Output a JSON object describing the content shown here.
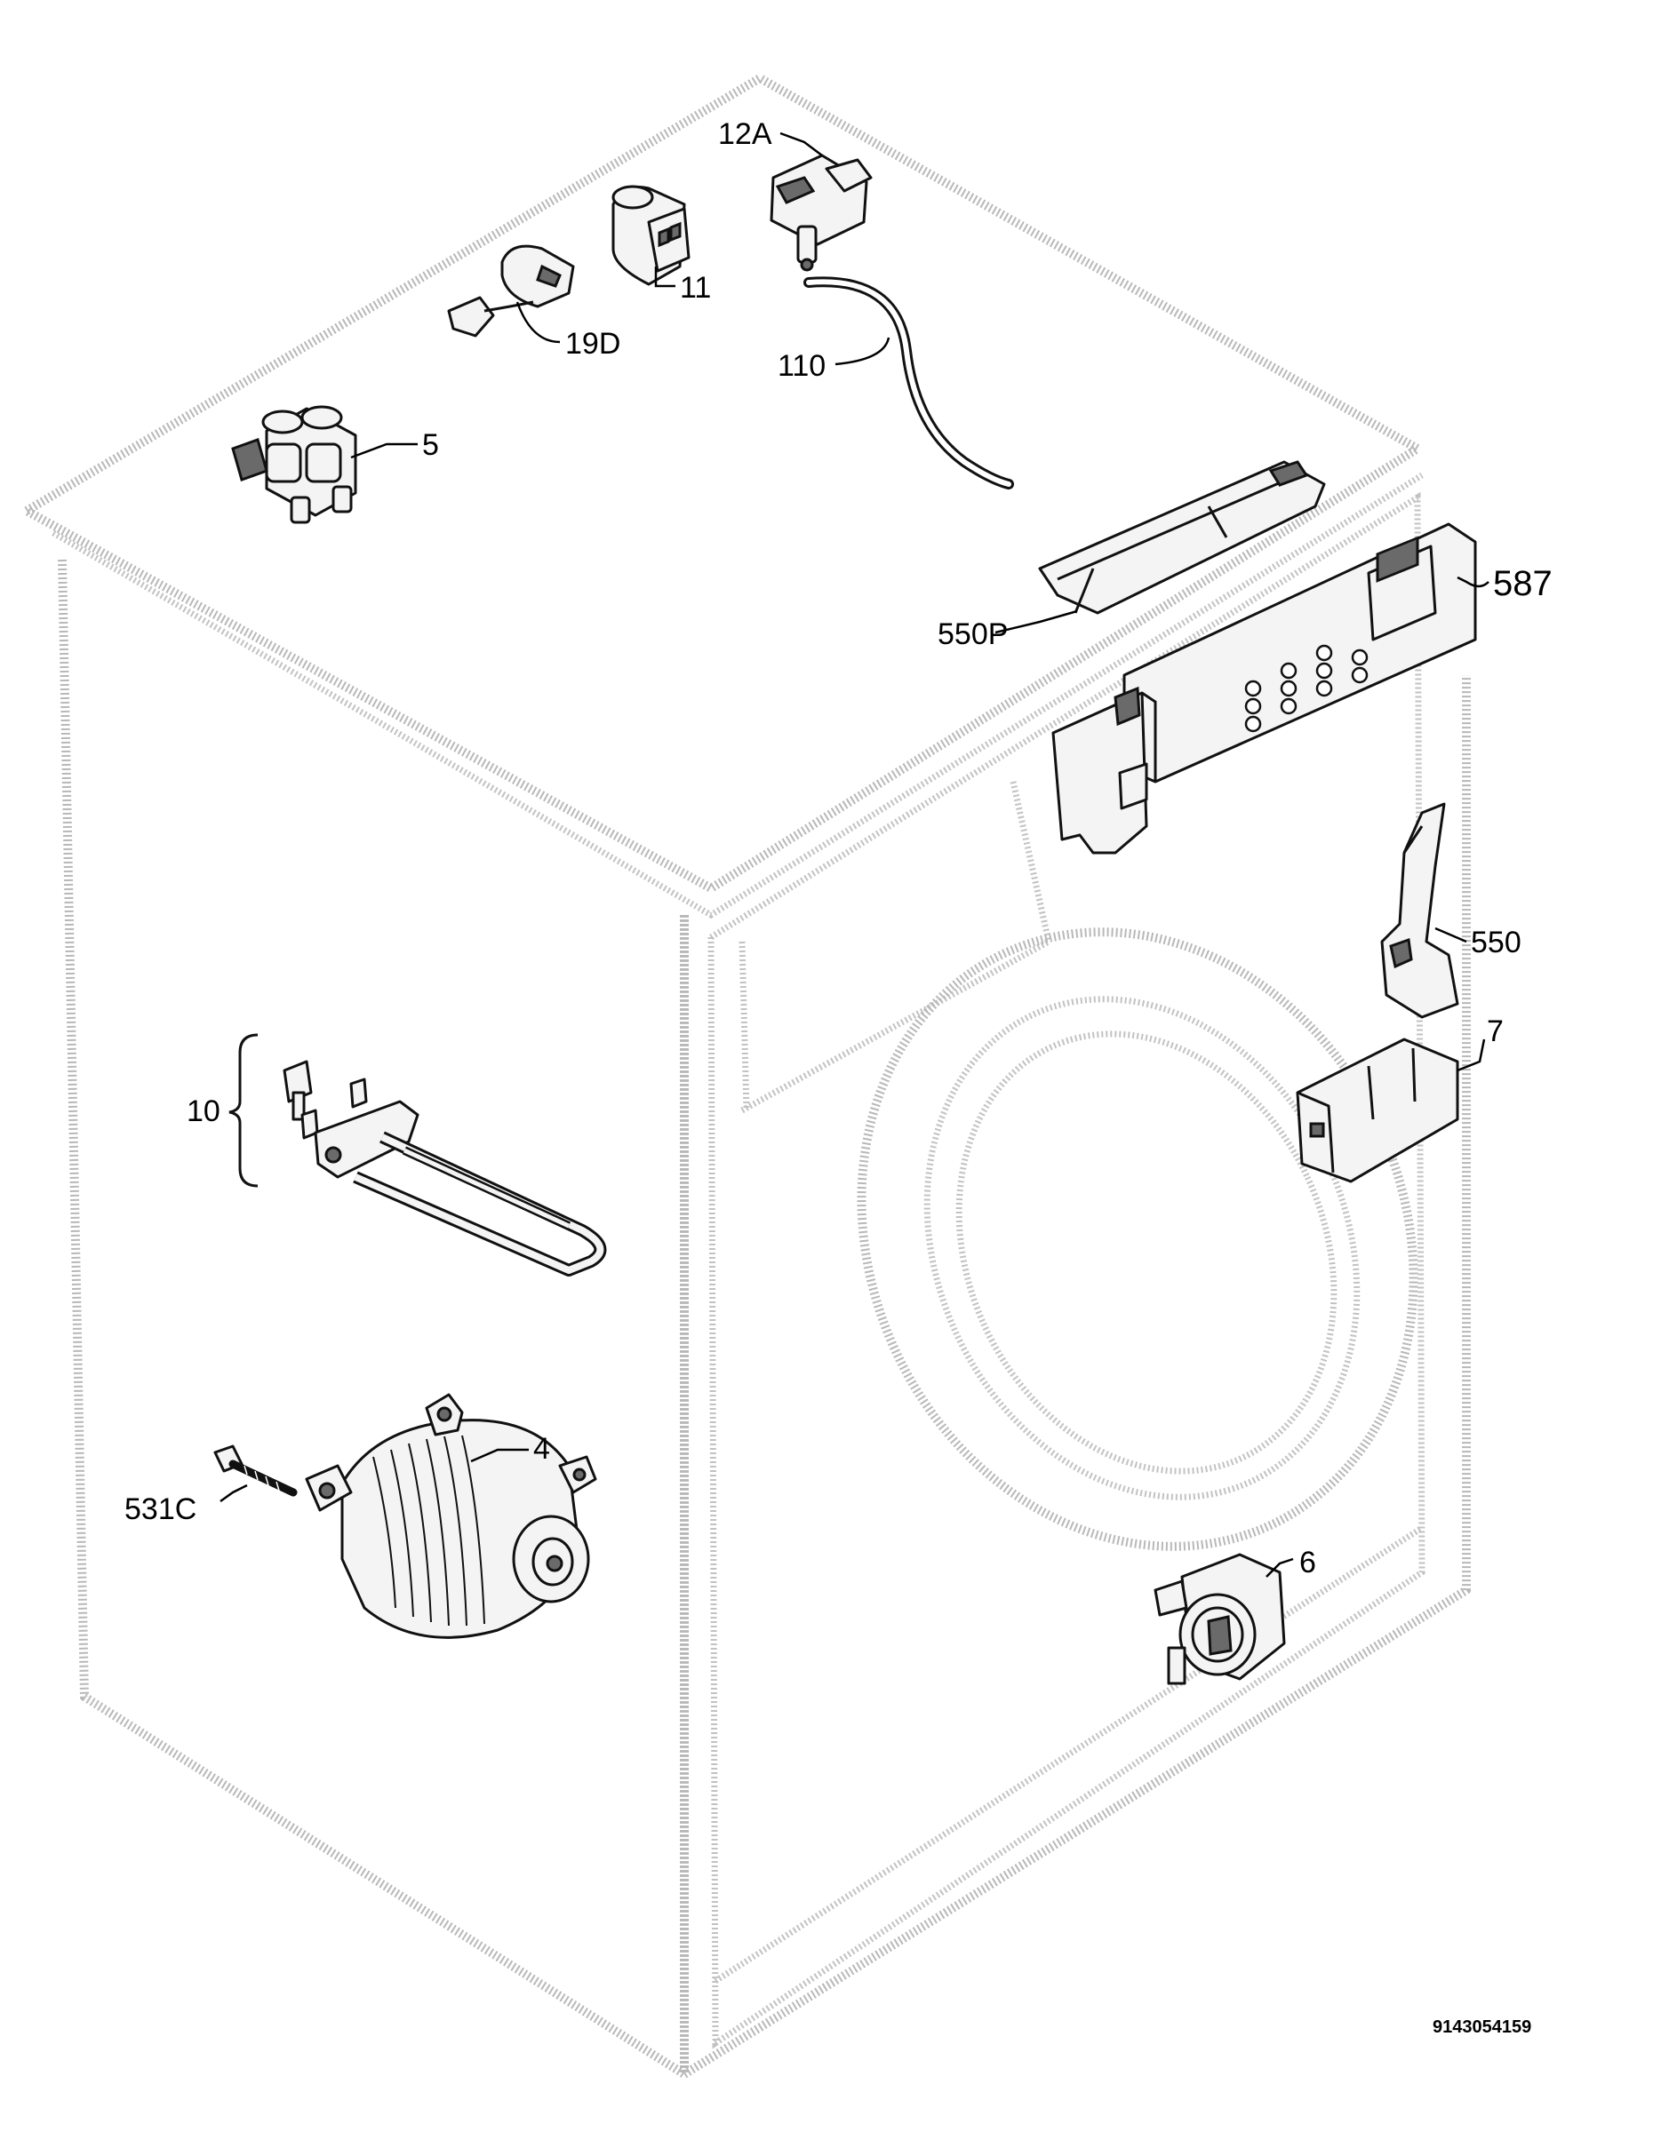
{
  "diagram": {
    "reference_number": "9143054159",
    "labels": {
      "p12A": "12A",
      "p11": "11",
      "p19D": "19D",
      "p110": "110",
      "p5": "5",
      "p550P": "550P",
      "p587": "587",
      "p550": "550",
      "p7": "7",
      "p10": "10",
      "p4": "4",
      "p531C": "531C",
      "p6": "6"
    }
  }
}
